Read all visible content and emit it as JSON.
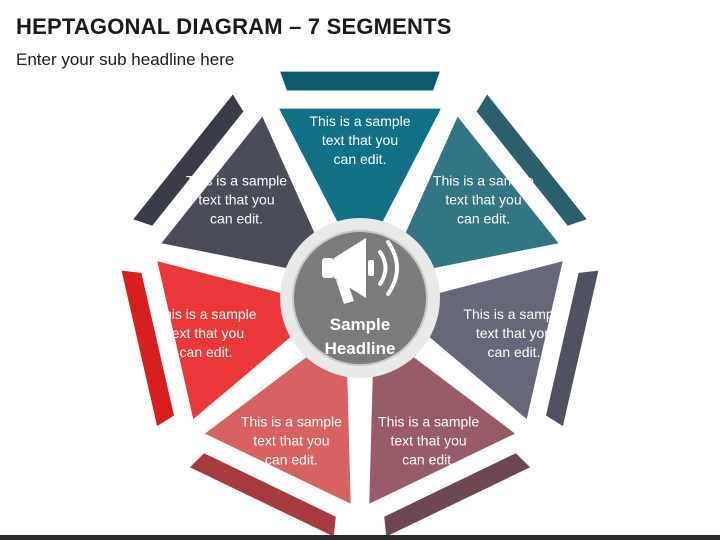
{
  "header": {
    "title": "HEPTAGONAL DIAGRAM – 7 SEGMENTS",
    "subtitle": "Enter your sub headline here"
  },
  "center": {
    "headline_line1": "Sample",
    "headline_line2": "Headline",
    "icon": "megaphone-icon",
    "fill_color": "#7b7b7b",
    "ring_color": "#e9e9e9"
  },
  "segments": [
    {
      "lines": [
        "This is a sample",
        "text that you",
        "can edit."
      ],
      "fill": "#0f7087",
      "frame": "#0c5a6e"
    },
    {
      "lines": [
        "This is a sample",
        "text that you",
        "can edit."
      ],
      "fill": "#327583",
      "frame": "#2a5f6c"
    },
    {
      "lines": [
        "This is a sample",
        "text that you",
        "can edit."
      ],
      "fill": "#66687a",
      "frame": "#4f5261"
    },
    {
      "lines": [
        "This is a sample",
        "text that you",
        "can edit."
      ],
      "fill": "#9a5b68",
      "frame": "#6e4850"
    },
    {
      "lines": [
        "This is a sample",
        "text that you",
        "can edit."
      ],
      "fill": "#d66262",
      "frame": "#a63a3e"
    },
    {
      "lines": [
        "This is a sample",
        "text that you",
        "can edit."
      ],
      "fill": "#ec3838",
      "frame": "#d81e1e"
    },
    {
      "lines": [
        "This is a sample",
        "text that you",
        "can edit."
      ],
      "fill": "#4a4c59",
      "frame": "#3a3c47"
    }
  ]
}
